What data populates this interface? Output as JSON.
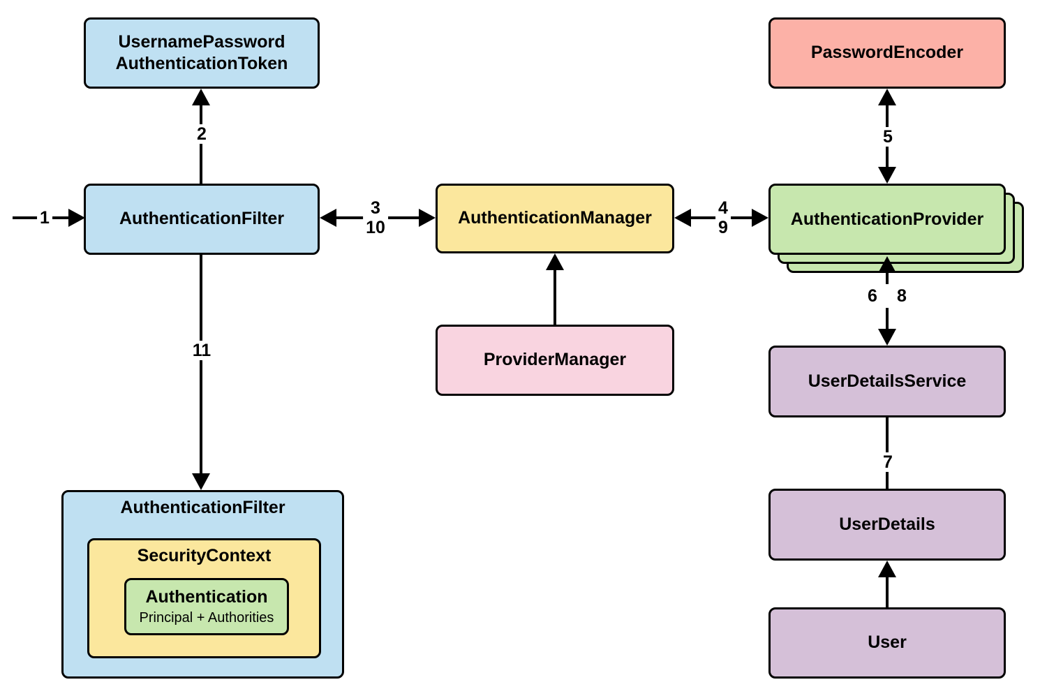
{
  "palette": {
    "blue": "#BFE0F2",
    "yellow": "#FBE79D",
    "pink": "#F9D4E0",
    "salmon": "#FCB1A7",
    "green": "#C7E7AE",
    "purple": "#D5C0D8",
    "stroke": "#000000",
    "background": "#FFFFFF"
  },
  "nodes": {
    "token": {
      "lines": [
        "UsernamePassword",
        "AuthenticationToken"
      ],
      "color": "blue"
    },
    "filter": {
      "label": "AuthenticationFilter",
      "color": "blue"
    },
    "manager": {
      "label": "AuthenticationManager",
      "color": "yellow"
    },
    "provider_manager": {
      "label": "ProviderManager",
      "color": "pink"
    },
    "password_encoder": {
      "label": "PasswordEncoder",
      "color": "salmon"
    },
    "authentication_provider": {
      "label": "AuthenticationProvider",
      "color": "green",
      "instances": 3
    },
    "user_details_service": {
      "label": "UserDetailsService",
      "color": "purple"
    },
    "user_details": {
      "label": "UserDetails",
      "color": "purple"
    },
    "user": {
      "label": "User",
      "color": "purple"
    },
    "filter_context": {
      "label": "AuthenticationFilter",
      "color": "blue"
    },
    "security_context": {
      "label": "SecurityContext",
      "color": "yellow"
    },
    "authentication": {
      "label": "Authentication",
      "sublabel": "Principal + Authorities",
      "color": "green"
    }
  },
  "edge_labels": {
    "step1": "1",
    "step2": "2",
    "step3": "3",
    "step4": "4",
    "step5": "5",
    "step6": "6",
    "step7": "7",
    "step8": "8",
    "step9": "9",
    "step10": "10",
    "step11": "11"
  }
}
